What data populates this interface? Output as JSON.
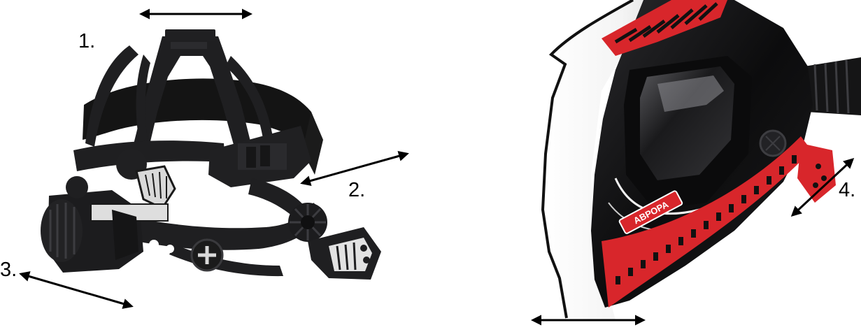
{
  "labels": {
    "one": "1.",
    "two": "2.",
    "three": "3.",
    "four": "4."
  },
  "helmet_badge": {
    "text": "АВРОРА"
  },
  "colors": {
    "frame": "#1f1f21",
    "strap": "#121212",
    "shell_black": "#111111",
    "accent_red": "#d8262b",
    "arrow": "#000000",
    "background": "#ffffff"
  }
}
